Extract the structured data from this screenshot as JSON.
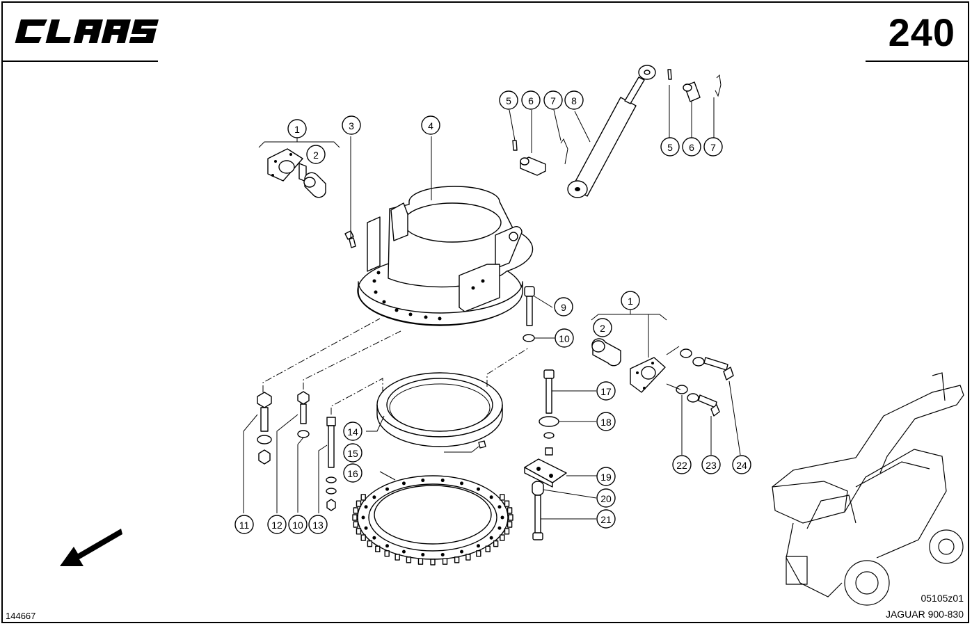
{
  "header": {
    "brand": "CLAAS",
    "page_number": "240"
  },
  "footer": {
    "document_number": "144667",
    "drawing_code": "05105z01",
    "model": "JAGUAR 900-830"
  },
  "callouts": {
    "c1a": "1",
    "c2a": "2",
    "c3": "3",
    "c4": "4",
    "c5a": "5",
    "c6a": "6",
    "c7a": "7",
    "c8": "8",
    "c5b": "5",
    "c6b": "6",
    "c7b": "7",
    "c9": "9",
    "c10a": "10",
    "c1b": "1",
    "c2b": "2",
    "c17": "17",
    "c18": "18",
    "c19": "19",
    "c20": "20",
    "c21": "21",
    "c14": "14",
    "c15": "15",
    "c16": "16",
    "c11": "11",
    "c12": "12",
    "c10b": "10",
    "c13": "13",
    "c22": "22",
    "c23": "23",
    "c24": "24"
  },
  "icons": {
    "direction_arrow": "arrow-down-left-icon",
    "machine": "forage-harvester-icon"
  }
}
